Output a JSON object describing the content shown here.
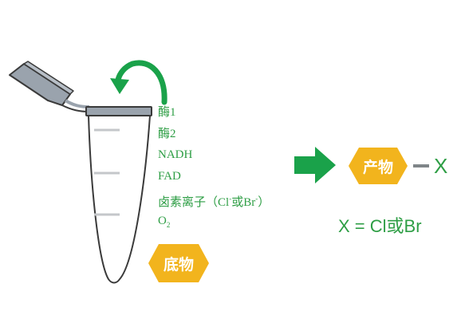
{
  "reagents": {
    "enzyme1": "酶1",
    "enzyme2": "酶2",
    "nadh": "NADH",
    "fad": "FAD",
    "halide_prefix": "卤素离子（",
    "halide_cl": "Cl",
    "halide_cl_sup": "-",
    "halide_or": "或",
    "halide_br": "Br",
    "halide_br_sup": "-",
    "halide_suffix": "）",
    "o2_base": "O",
    "o2_sub": "2"
  },
  "substrate_label": "底物",
  "product_label": "产物",
  "product_suffix": "X",
  "x_definition": "X = Cl或Br",
  "colors": {
    "green": "#2e9e45",
    "arrow_green": "#1aa24a",
    "hex_yellow": "#f2b41d",
    "tube_outline": "#3a3a3a",
    "cap_fill": "#9aa3ad",
    "dash_gray": "#7f8588"
  }
}
